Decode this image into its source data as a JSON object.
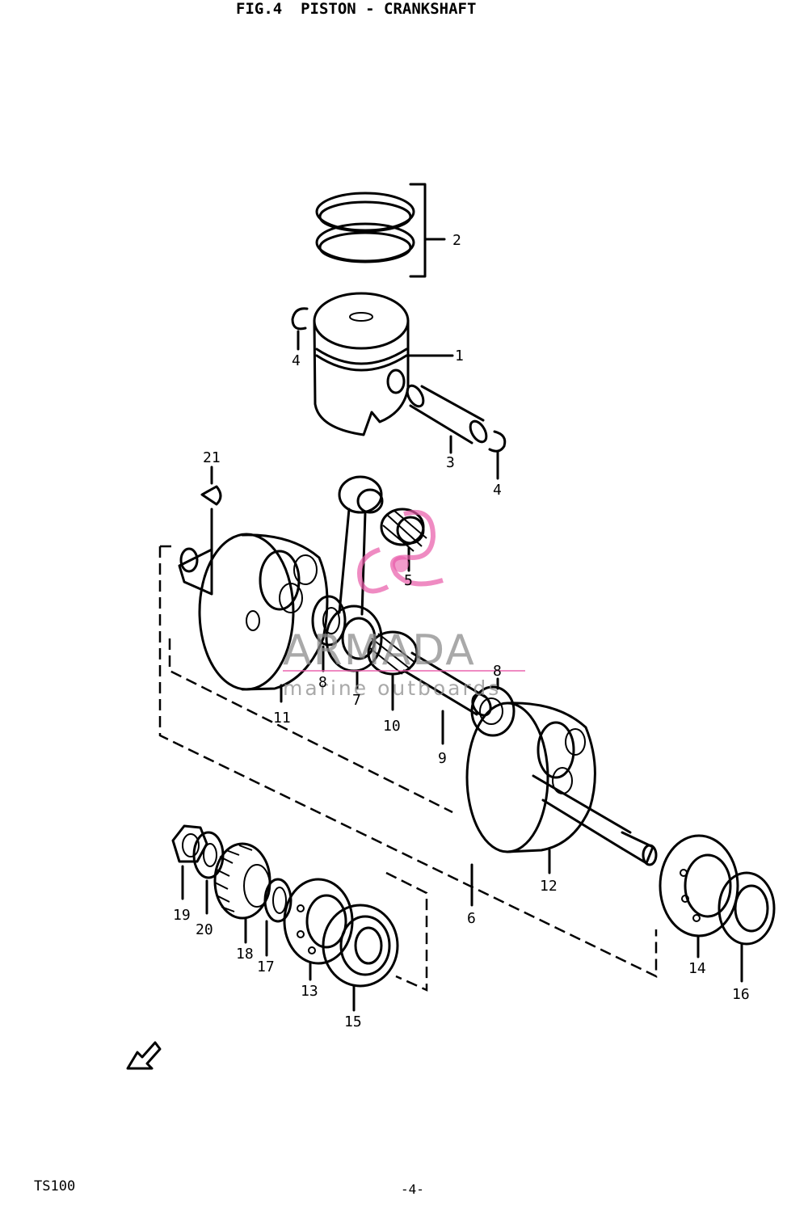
{
  "diagram": {
    "title": "FIG.4  PISTON - CRANKSHAFT",
    "footer_left": "TS100",
    "footer_page": "-4-",
    "watermark": {
      "brand": "ARMADA",
      "tagline": "marine outboards",
      "color": "#e85aa8"
    },
    "callouts": [
      "2",
      "1",
      "4",
      "4",
      "3",
      "21",
      "5",
      "8",
      "8",
      "7",
      "10",
      "11",
      "9",
      "12",
      "6",
      "19",
      "20",
      "18",
      "17",
      "13",
      "15",
      "14",
      "16"
    ]
  }
}
